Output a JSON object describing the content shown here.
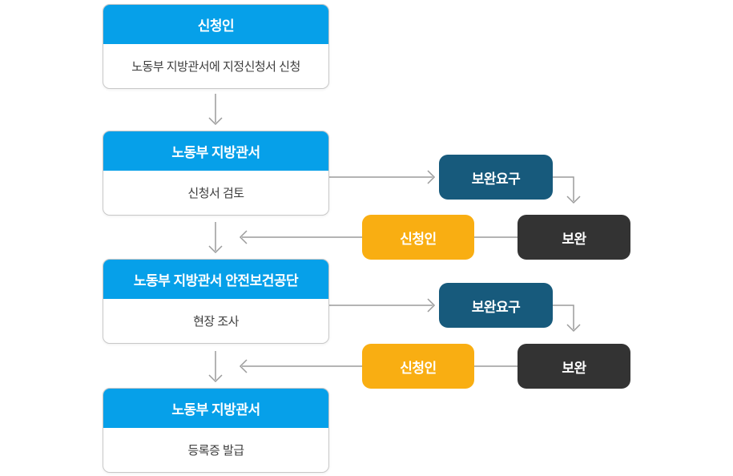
{
  "flowchart": {
    "steps": [
      {
        "header": "신청인",
        "body": "노동부 지방관서에 지정신청서 신청"
      },
      {
        "header": "노동부 지방관서",
        "body": "신청서 검토"
      },
      {
        "header": "노동부 지방관서 안전보건공단",
        "body": "현장 조사"
      },
      {
        "header": "노동부 지방관서",
        "body": "등록증 발급"
      }
    ],
    "supplement_loops": [
      {
        "request_label": "보완요구",
        "applicant_label": "신청인",
        "supplement_label": "보완"
      },
      {
        "request_label": "보완요구",
        "applicant_label": "신청인",
        "supplement_label": "보완"
      }
    ],
    "colors": {
      "step_header_bg": "#06a0e9",
      "request_bg": "#175a7c",
      "applicant_bg": "#f9ae12",
      "supplement_bg": "#333333",
      "arrow": "#9b9b9b",
      "box_border": "#c8c8c8",
      "body_text": "#3c3c3c",
      "label_text": "#ffffff",
      "background": "#ffffff"
    }
  }
}
